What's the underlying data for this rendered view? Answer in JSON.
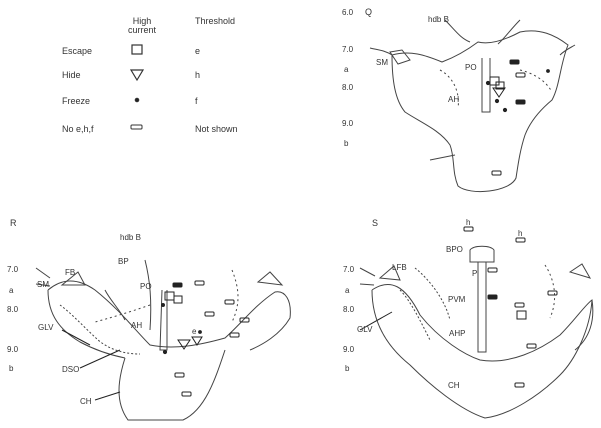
{
  "legend": {
    "col_high": "High current",
    "col_threshold": "Threshold",
    "rows": [
      {
        "label": "Escape",
        "symbol": "square-icon",
        "threshold": "e"
      },
      {
        "label": "Hide",
        "symbol": "triangle-down-icon",
        "threshold": "h"
      },
      {
        "label": "Freeze",
        "symbol": "dot-icon",
        "threshold": "f"
      },
      {
        "label": "No e,h,f",
        "symbol": "bar-icon",
        "threshold": "Not shown"
      }
    ]
  },
  "panels": {
    "Q": {
      "letter": "Q",
      "axis": [
        "6.0",
        "7.0",
        "a",
        "8.0",
        "9.0",
        "b"
      ],
      "labels": {
        "hdb": "hdb B",
        "sm": "SM",
        "po": "PO",
        "ah": "AH"
      }
    },
    "R": {
      "letter": "R",
      "axis": [
        "7.0",
        "a",
        "8.0",
        "9.0",
        "b"
      ],
      "labels": {
        "hdb": "hdb B",
        "fb": "FB",
        "sm": "SM",
        "bp": "BP",
        "po": "PO",
        "ah": "AH",
        "glv": "GLV",
        "dso": "DSO",
        "ch": "CH",
        "e": "e"
      }
    },
    "S": {
      "letter": "S",
      "axis": [
        "7.0",
        "a",
        "8.0",
        "9.0",
        "b"
      ],
      "labels": {
        "lfb": "LFB",
        "bp": "BPO",
        "p": "P",
        "pvm": "PVM",
        "ah": "AHP",
        "glv": "GLV",
        "ch": "CH",
        "h1": "h",
        "h2": "h"
      }
    }
  }
}
